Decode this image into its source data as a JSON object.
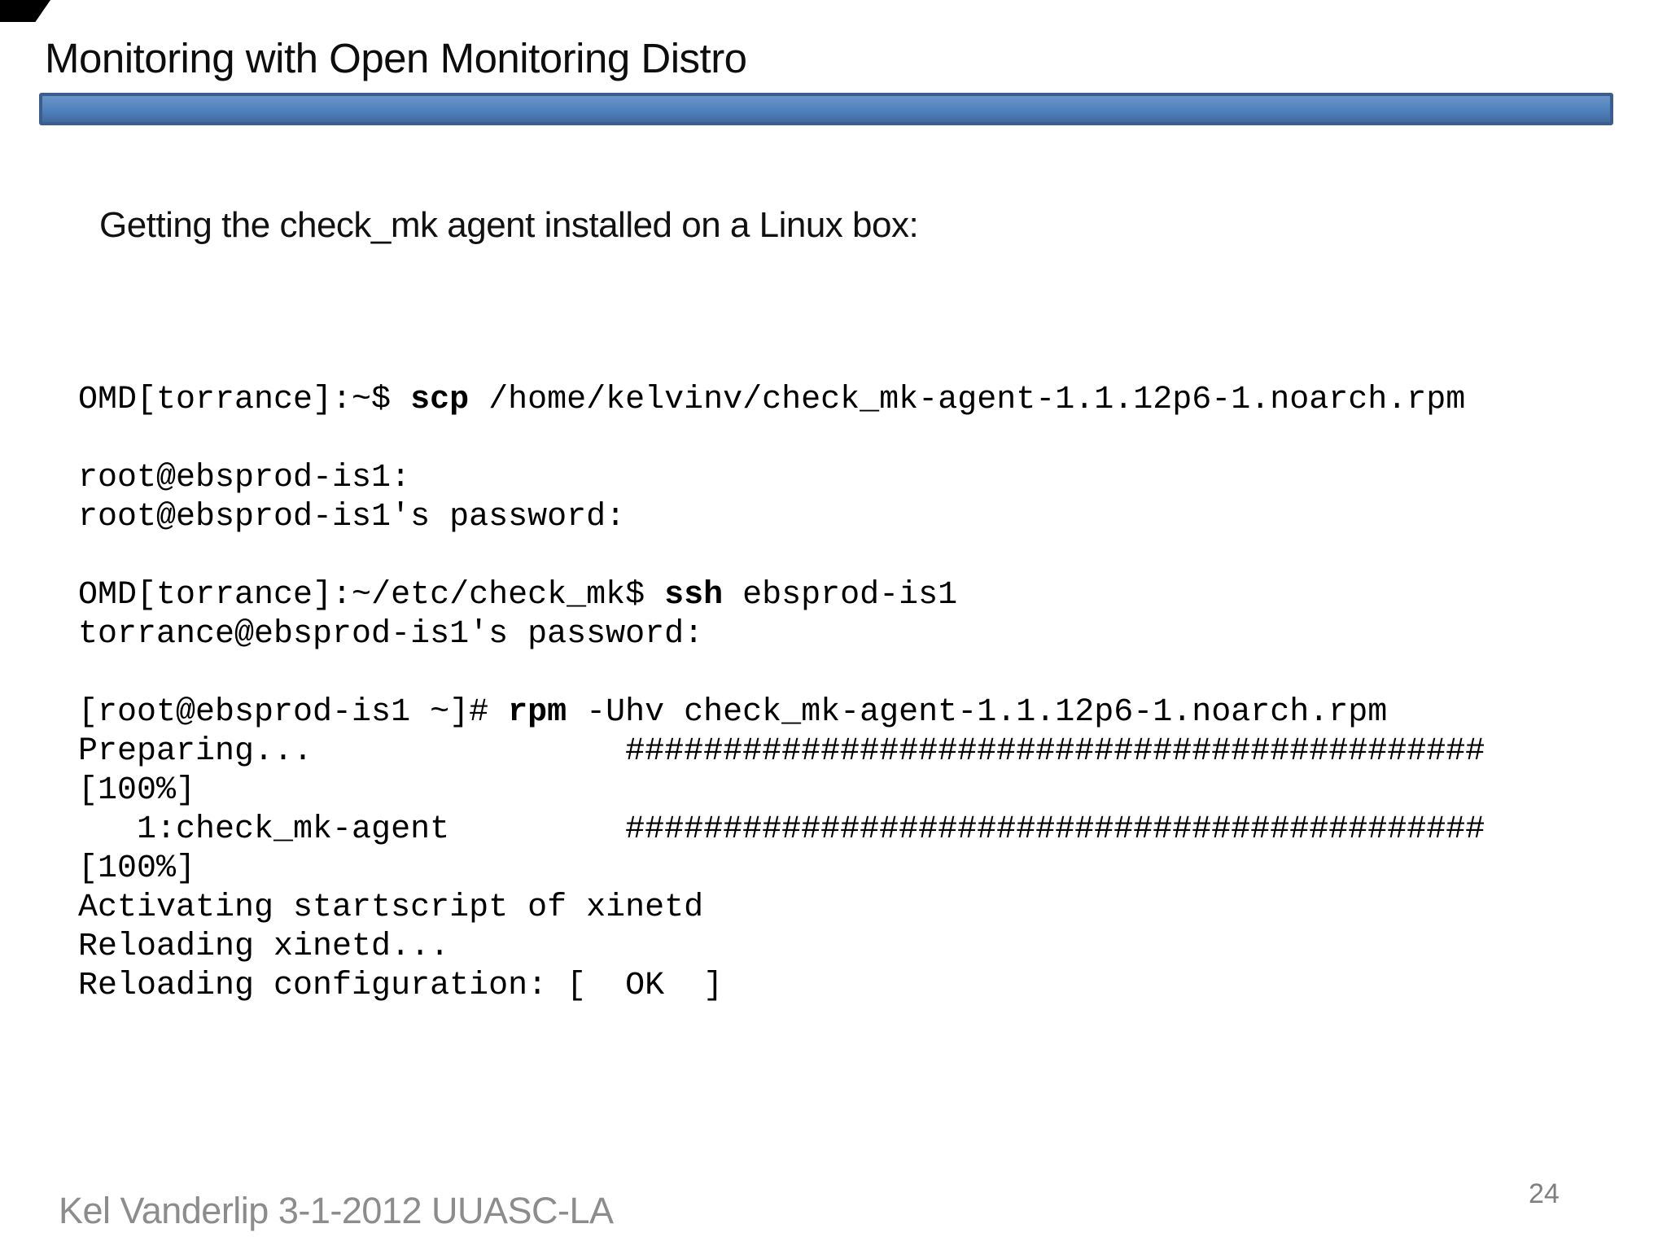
{
  "slide": {
    "title": "Monitoring with Open Monitoring Distro",
    "subtitle": "Getting the check_mk agent installed on a Linux box:",
    "footer": "Kel Vanderlip 3-1-2012 UUASC-LA",
    "page_number": "24",
    "accent_bar_color": "#4f81bd",
    "accent_bar_border_color": "#3a5f8e"
  },
  "terminal": {
    "lines": [
      {
        "pre": "OMD[torrance]:~$ ",
        "bold": "scp",
        "post": " /home/kelvinv/check_mk-agent-1.1.12p6-1.noarch.rpm"
      },
      {
        "pre": ""
      },
      {
        "pre": "root@ebsprod-is1:"
      },
      {
        "pre": "root@ebsprod-is1's password:"
      },
      {
        "pre": ""
      },
      {
        "pre": "OMD[torrance]:~/etc/check_mk$ ",
        "bold": "ssh",
        "post": " ebsprod-is1"
      },
      {
        "pre": "torrance@ebsprod-is1's password:"
      },
      {
        "pre": ""
      },
      {
        "pre": "[root@ebsprod-is1 ~]# ",
        "bold": "rpm",
        "post": " -Uhv check_mk-agent-1.1.12p6-1.noarch.rpm"
      },
      {
        "pre": "Preparing...                ############################################"
      },
      {
        "pre": "[100%]"
      },
      {
        "pre": "   1:check_mk-agent         ############################################"
      },
      {
        "pre": "[100%]"
      },
      {
        "pre": "Activating startscript of xinetd"
      },
      {
        "pre": "Reloading xinetd..."
      },
      {
        "pre": "Reloading configuration: [  OK  ]"
      }
    ]
  }
}
